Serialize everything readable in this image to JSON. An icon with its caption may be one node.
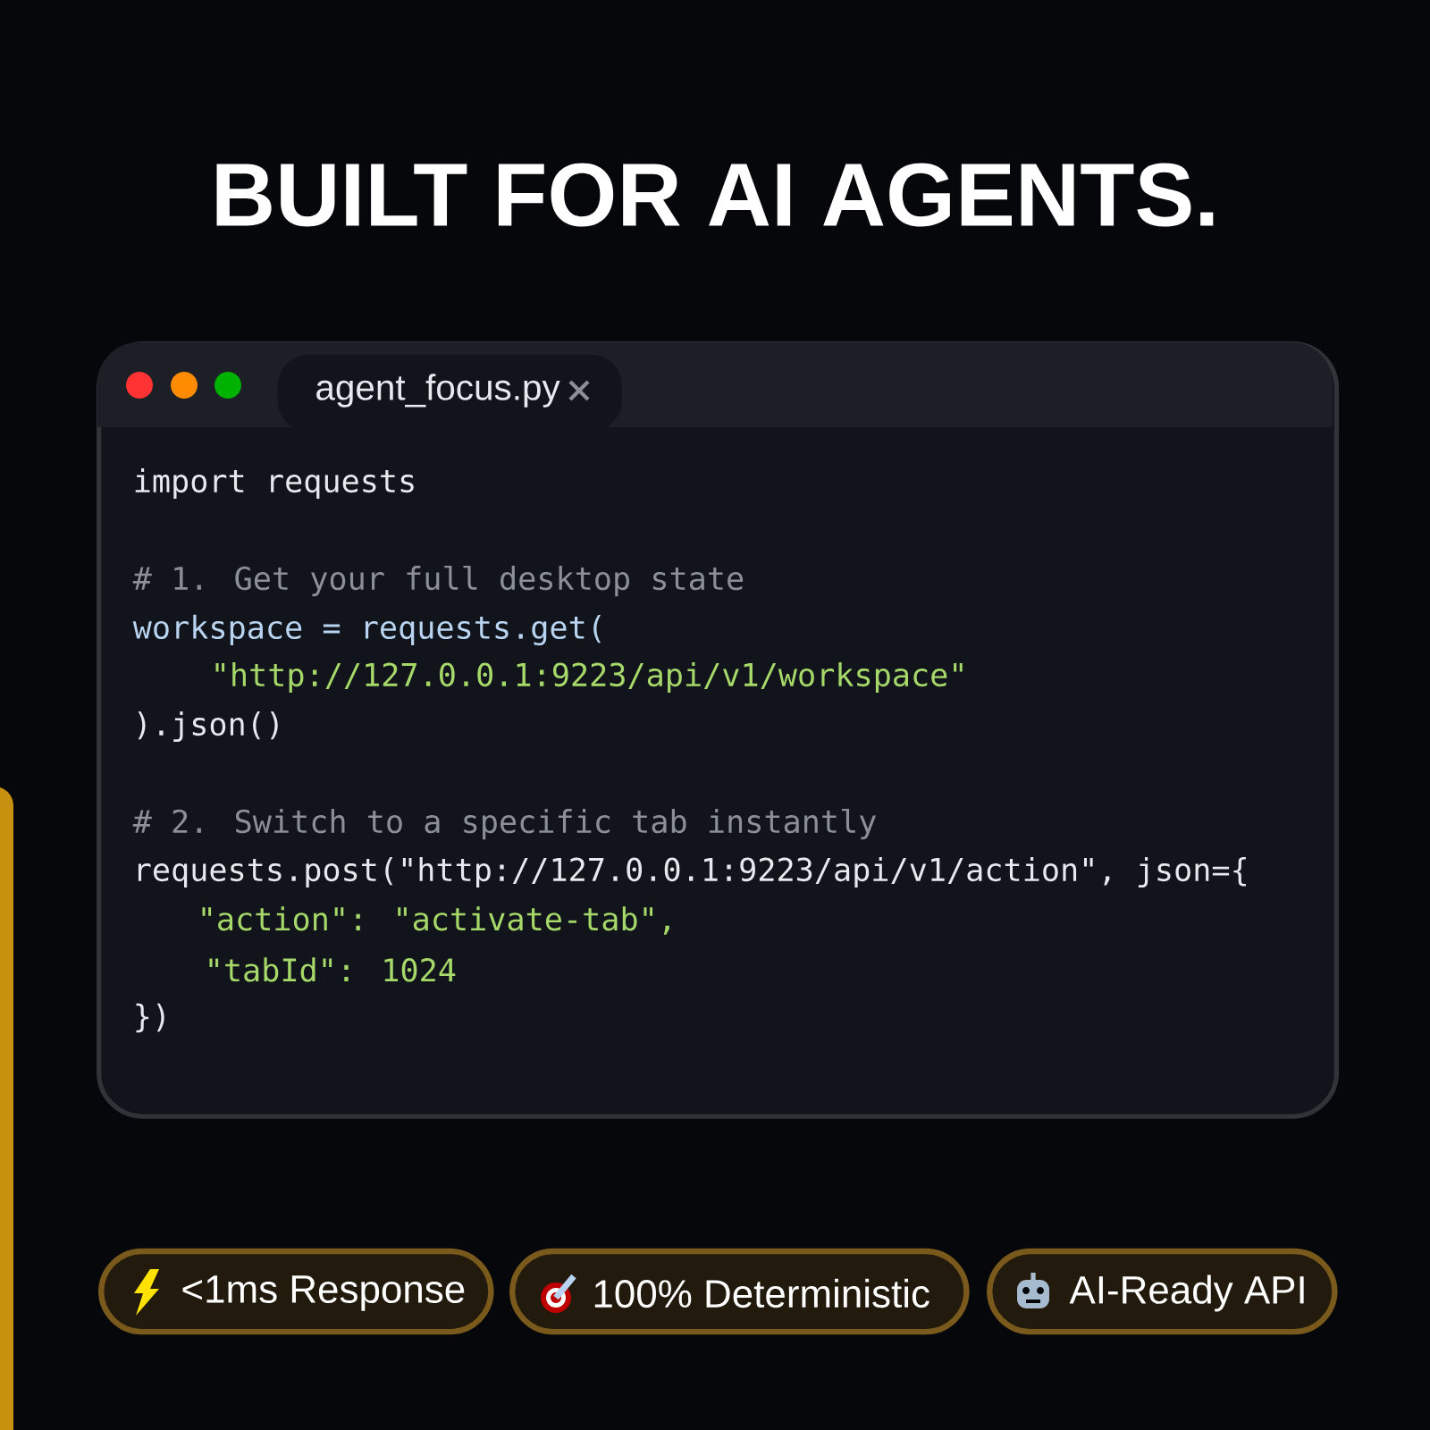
{
  "diagram": {
    "title": "BUILT FOR AI AGENTS.",
    "nodes": [
      {
        "text": [
          "import requests",
          "# 1. Get your full desktop state",
          "workspace = requests.get(",
          "\"http://127.0.0.1:9223/api/v1/workspace\"",
          ").json()",
          "# 2. Switch to a specific tab instantly",
          "requests.post(\"http://127.0.0.1:9223/api/v1/action\", json={",
          "\"action\": \"activate-tab\",",
          "\"tabId\": 1024",
          "})"
        ]
      },
      {
        "text": [
          "agent_focus.py"
        ],
        "in": 0
      },
      {
        "text": [
          "<1ms Response"
        ]
      },
      {
        "text": [
          "100% Deterministic"
        ]
      },
      {
        "text": [
          "AI-Ready API"
        ]
      }
    ],
    "edges": []
  }
}
